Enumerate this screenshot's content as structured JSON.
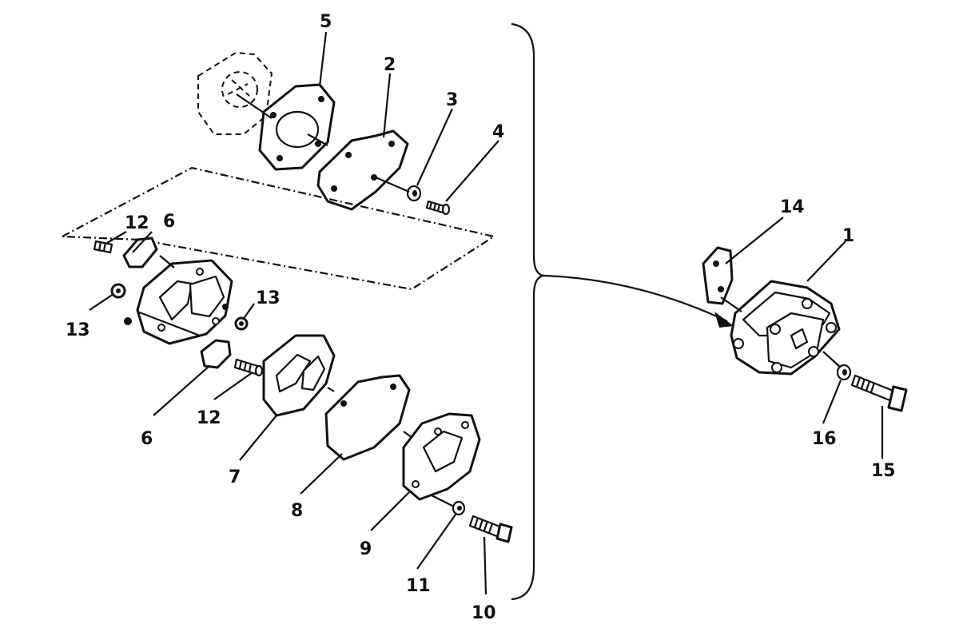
{
  "diagram": {
    "callouts": {
      "c1": "1",
      "c2": "2",
      "c3": "3",
      "c4": "4",
      "c5": "5",
      "c6a": "6",
      "c6b": "6",
      "c7": "7",
      "c8": "8",
      "c9": "9",
      "c10": "10",
      "c11": "11",
      "c12a": "12",
      "c12b": "12",
      "c13a": "13",
      "c13b": "13",
      "c14": "14",
      "c15": "15",
      "c16": "16"
    }
  }
}
